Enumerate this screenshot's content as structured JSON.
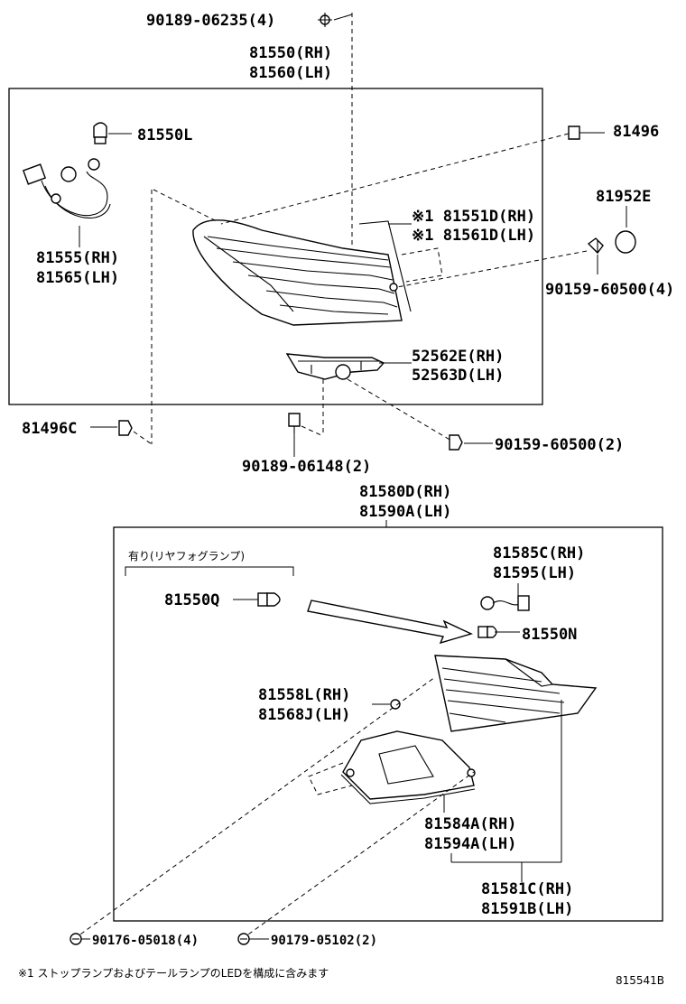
{
  "diagram_code": "815541B",
  "footnote": "※1 ストップランプおよびテールランプのLEDを構成に含みます",
  "top_group": {
    "screw_top": "90189-06235(4)",
    "assembly_rh": "81550(RH)",
    "assembly_lh": "81560(LH)",
    "bulb": "81550L",
    "socket_rh": "81555(RH)",
    "socket_lh": "81565(LH)",
    "lens_rh": "※1 81551D(RH)",
    "lens_lh": "※1 81561D(LH)",
    "clip_right": "81496",
    "cap": "81952E",
    "screw_right": "90159-60500(4)",
    "bracket_rh": "52562E(RH)",
    "bracket_lh": "52563D(LH)",
    "clip_left": "81496C",
    "screw_bottom": "90189-06148(2)",
    "screw_bracket": "90159-60500(2)"
  },
  "bottom_group": {
    "assembly_rh": "81580D(RH)",
    "assembly_lh": "81590A(LH)",
    "fog_note": "有り(リヤフォグランプ)",
    "bulb_fog": "81550Q",
    "socket_rh": "81585C(RH)",
    "socket_lh": "81595(LH)",
    "bulb": "81550N",
    "gasket_rh": "81558L(RH)",
    "gasket_lh": "81568J(LH)",
    "cover_rh": "81584A(RH)",
    "cover_lh": "81594A(LH)",
    "lens_rh": "81581C(RH)",
    "lens_lh": "81591B(LH)",
    "screw_a": "90176-05018(4)",
    "screw_b": "90179-05102(2)"
  }
}
